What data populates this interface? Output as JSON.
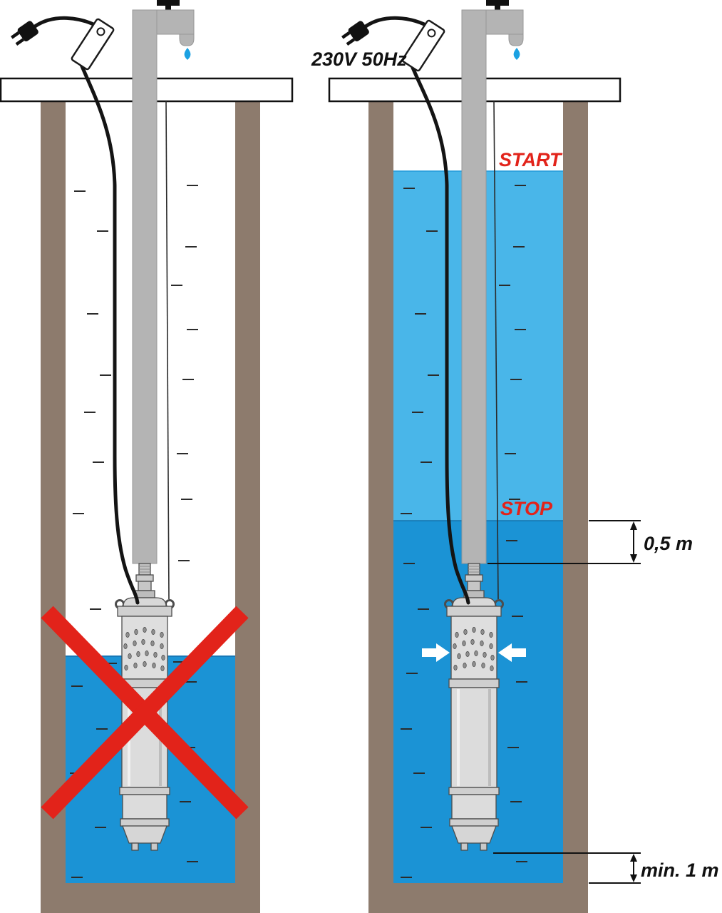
{
  "labels": {
    "voltage": "230V 50Hz",
    "start": "START",
    "stop": "STOP",
    "distance_stop_to_pump": "0,5 m",
    "distance_pump_to_bottom": "min. 1 m"
  },
  "colors": {
    "water_light": "#49b6e9",
    "water_dark": "#1b93d5",
    "well_wall": "#8d7b6d",
    "pipe": "#b4b4b4",
    "pump_body": "#dcdcdc",
    "warning_red": "#e2231a",
    "label_black": "#111111",
    "drop_blue": "#1ba1e2"
  }
}
